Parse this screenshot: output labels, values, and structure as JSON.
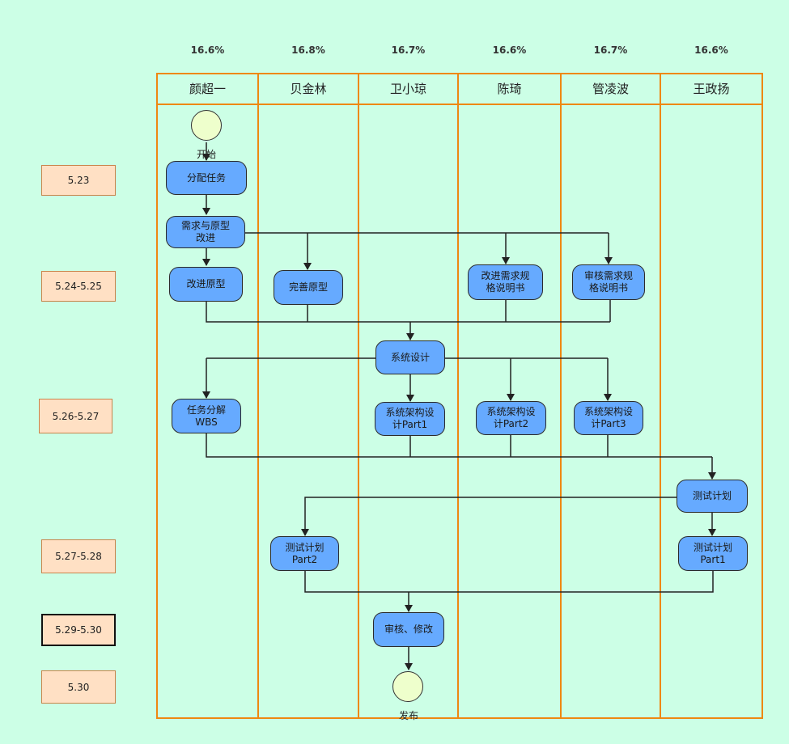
{
  "lanes": [
    {
      "name": "颜超一",
      "pct": "16.6%"
    },
    {
      "name": "贝金林",
      "pct": "16.8%"
    },
    {
      "name": "卫小琼",
      "pct": "16.7%"
    },
    {
      "name": "陈琦",
      "pct": "16.6%"
    },
    {
      "name": "管凌波",
      "pct": "16.7%"
    },
    {
      "name": "王政扬",
      "pct": "16.6%"
    }
  ],
  "dates": [
    "5.23",
    "5.24-5.25",
    "5.26-5.27",
    "5.27-5.28",
    "5.29-5.30",
    "5.30"
  ],
  "nodes": {
    "start": "开始",
    "end": "发布"
  },
  "activities": {
    "assign_tasks": "分配任务",
    "requirements_prototype": "需求与原型\n改进",
    "improve_prototype": "改进原型",
    "refine_prototype": "完善原型",
    "improve_spec": "改进需求规\n格说明书",
    "review_spec": "审核需求规\n格说明书",
    "system_design": "系统设计",
    "wbs": "任务分解\nWBS",
    "arch_part1": "系统架构设\n计Part1",
    "arch_part2": "系统架构设\n计Part2",
    "arch_part3": "系统架构设\n计Part3",
    "test_plan": "测试计划",
    "test_plan_part2": "测试计划\nPart2",
    "test_plan_part1": "测试计划\nPart1",
    "review_modify": "审核、修改"
  }
}
